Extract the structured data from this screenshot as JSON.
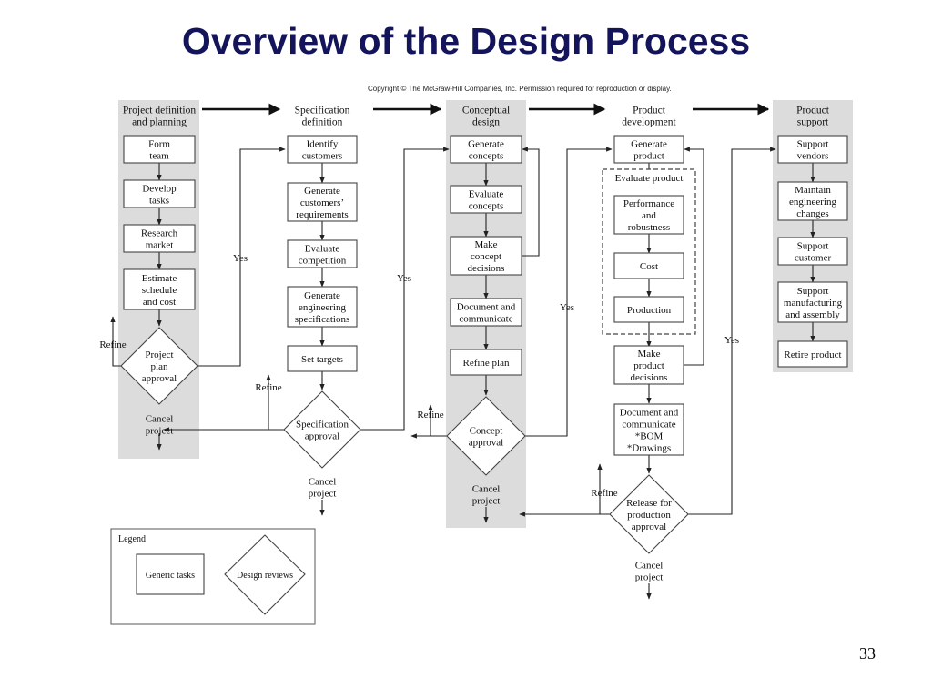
{
  "slide": {
    "title": "Overview of the Design Process",
    "copyright": "Copyright © The McGraw-Hill Companies, Inc.  Permission required for reproduction or display.",
    "page_number": "33"
  },
  "columns": [
    {
      "id": "planning",
      "header": [
        "Project definition",
        "and planning"
      ],
      "tasks": [
        [
          "Form",
          "team"
        ],
        [
          "Develop",
          "tasks"
        ],
        [
          "Research",
          "market"
        ],
        [
          "Estimate",
          "schedule",
          "and cost"
        ]
      ],
      "review": [
        "Project",
        "plan",
        "approval"
      ],
      "cancel": [
        "Cancel",
        "project"
      ],
      "refine": "Refine",
      "yes": "Yes"
    },
    {
      "id": "specification",
      "header": [
        "Specification",
        "definition"
      ],
      "tasks": [
        [
          "Identify",
          "customers"
        ],
        [
          "Generate",
          "customers’",
          "requirements"
        ],
        [
          "Evaluate",
          "competition"
        ],
        [
          "Generate",
          "engineering",
          "specifications"
        ],
        [
          "Set targets"
        ]
      ],
      "review": [
        "Specification",
        "approval"
      ],
      "cancel": [
        "Cancel",
        "project"
      ],
      "refine": "Refine",
      "yes": "Yes"
    },
    {
      "id": "conceptual",
      "header": [
        "Conceptual",
        "design"
      ],
      "tasks": [
        [
          "Generate",
          "concepts"
        ],
        [
          "Evaluate",
          "concepts"
        ],
        [
          "Make",
          "concept",
          "decisions"
        ],
        [
          "Document and",
          "communicate"
        ],
        [
          "Refine plan"
        ]
      ],
      "review": [
        "Concept",
        "approval"
      ],
      "cancel": [
        "Cancel",
        "project"
      ],
      "refine": "Refine",
      "yes": "Yes"
    },
    {
      "id": "product",
      "header": [
        "Product",
        "development"
      ],
      "tasks": [
        [
          "Generate",
          "product"
        ],
        [
          "Make",
          "product",
          "decisions"
        ],
        [
          "Document and",
          "communicate",
          "*BOM",
          "*Drawings"
        ]
      ],
      "evaluate_group": {
        "label": "Evaluate product",
        "tasks": [
          [
            "Performance",
            "and",
            "robustness"
          ],
          [
            "Cost"
          ],
          [
            "Production"
          ]
        ]
      },
      "review": [
        "Release for",
        "production",
        "approval"
      ],
      "cancel": [
        "Cancel",
        "project"
      ],
      "refine": "Refine",
      "yes": "Yes"
    },
    {
      "id": "support",
      "header": [
        "Product",
        "support"
      ],
      "tasks": [
        [
          "Support",
          "vendors"
        ],
        [
          "Maintain",
          "engineering",
          "changes"
        ],
        [
          "Support",
          "customer"
        ],
        [
          "Support",
          "manufacturing",
          "and assembly"
        ],
        [
          "Retire product"
        ]
      ]
    }
  ],
  "legend": {
    "title": "Legend",
    "generic_tasks": "Generic tasks",
    "design_reviews": "Design reviews"
  }
}
